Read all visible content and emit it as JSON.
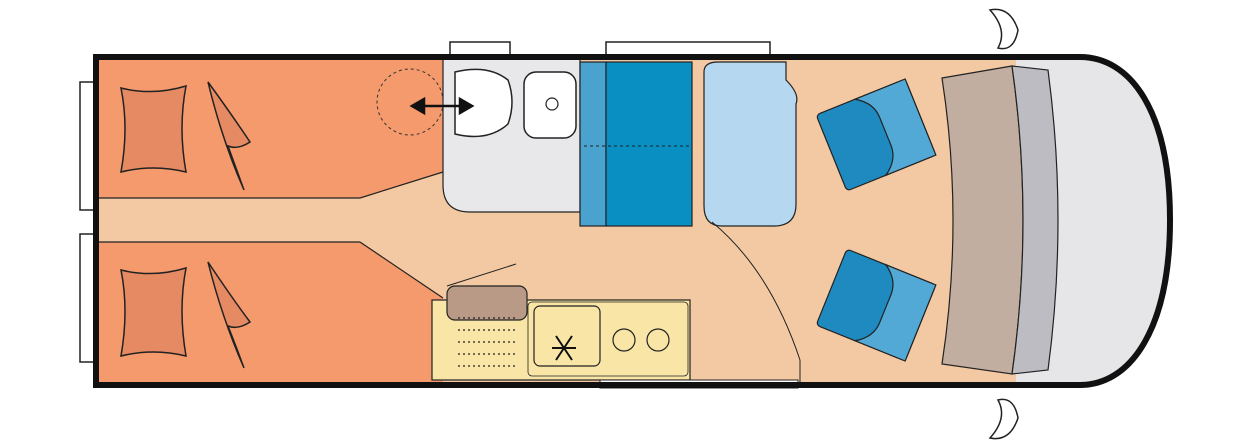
{
  "diagram": {
    "type": "motorhome-floorplan",
    "colors": {
      "wall": "#111111",
      "floor": "#f3c9a3",
      "bed": "#f49a6c",
      "pillow": "#e58a63",
      "washroom": "#e8e8ea",
      "shower_floor": "#ededee",
      "sofa_dark": "#0a8fc2",
      "sofa_light": "#4aa3cf",
      "table": "#b5d7ef",
      "seat_dark": "#1f8ac0",
      "seat_light": "#53a9d6",
      "dashboard_brown": "#c2aea0",
      "dashboard_grey": "#bdbcc2",
      "cab_nose": "#e6e6e8",
      "kitchen": "#f9e6a6",
      "counter_brown": "#b89a86",
      "outline": "#222222",
      "window": "#ffffff"
    },
    "zones": [
      {
        "id": "rear-bed-left",
        "kind": "bed"
      },
      {
        "id": "rear-bed-right",
        "kind": "bed"
      },
      {
        "id": "washroom",
        "kind": "bathroom"
      },
      {
        "id": "dinette-bench",
        "kind": "sofa"
      },
      {
        "id": "dinette-table",
        "kind": "table"
      },
      {
        "id": "kitchen",
        "kind": "kitchen"
      },
      {
        "id": "cab-seat-driver",
        "kind": "seat"
      },
      {
        "id": "cab-seat-passenger",
        "kind": "seat"
      },
      {
        "id": "dashboard",
        "kind": "dashboard"
      }
    ],
    "icons": [
      "pillow-icon",
      "toilet-icon",
      "washbasin-icon",
      "double-arrow-icon",
      "snowflake-icon",
      "hob-icon",
      "mirror-icon"
    ]
  }
}
